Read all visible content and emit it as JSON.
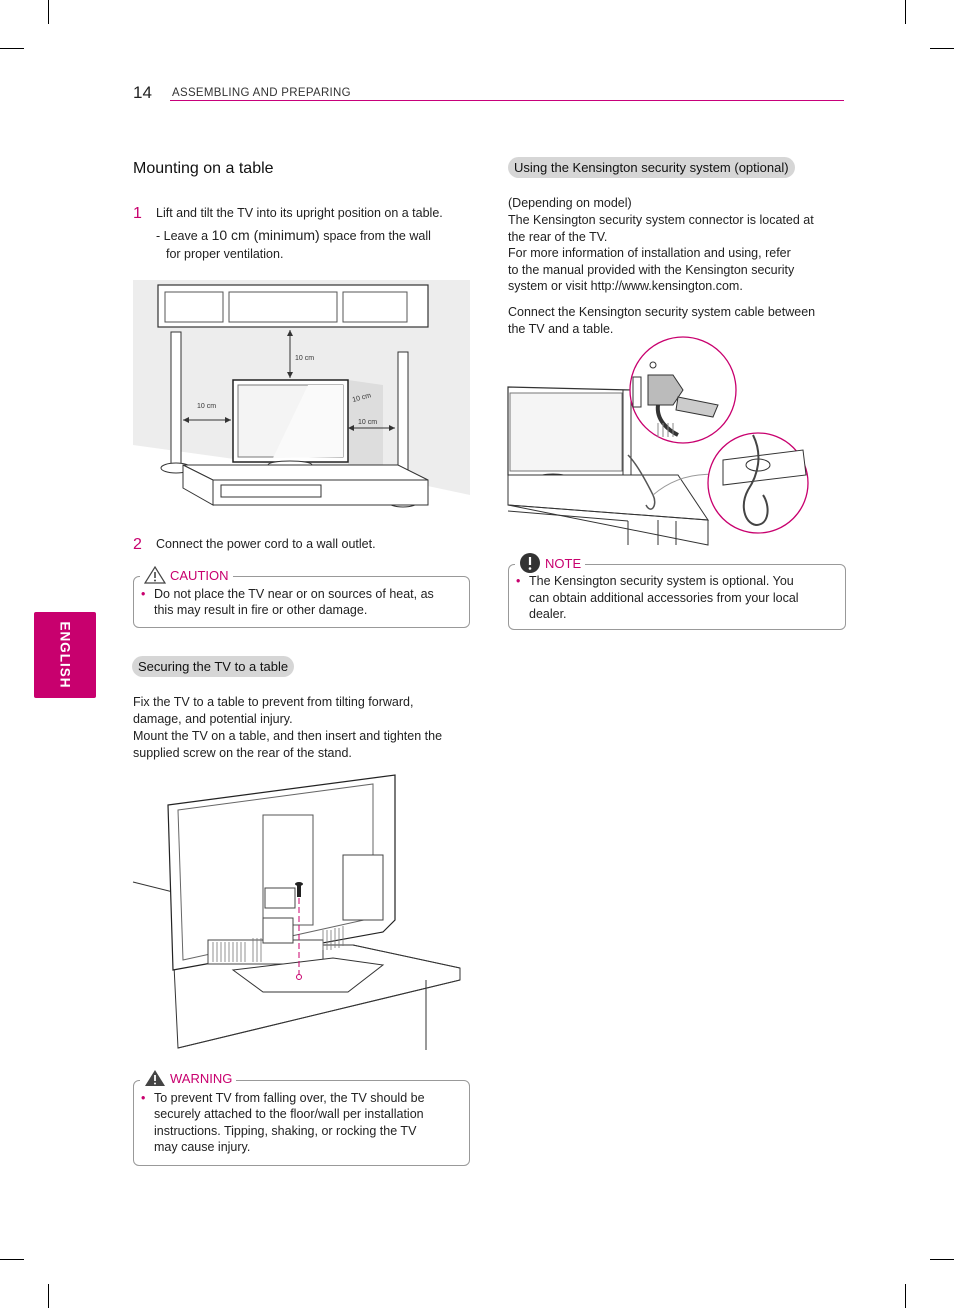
{
  "header": {
    "page_number": "14",
    "section": "ASSEMBLING AND PREPARING"
  },
  "side_tab": {
    "label": "ENGLISH"
  },
  "mounting": {
    "title": "Mounting on a table",
    "step1_num": "1",
    "step1_text": "Lift and tilt the TV into its upright position on a table.",
    "step1_sub_prefix": "- Leave a ",
    "step1_sub_highlight": "10 cm (minimum)",
    "step1_sub_suffix": " space from the wall",
    "step1_sub_line2": "for proper ventilation.",
    "diagram_labels": {
      "top": "10 cm",
      "left": "10 cm",
      "right_angled": "10 cm",
      "right": "10 cm"
    },
    "step2_num": "2",
    "step2_text": "Connect the power cord to a wall outlet."
  },
  "caution": {
    "label": "CAUTION",
    "text_line1": "Do not place the TV near or on sources of heat, as",
    "text_line2": "this may result in fire or other damage."
  },
  "securing": {
    "title": "Securing the TV to a table",
    "para_lines": [
      "Fix the TV to a table to prevent from tilting forward,",
      "damage, and potential injury.",
      "Mount the TV on a table, and then insert and tighten the",
      "supplied screw on the rear of the stand."
    ]
  },
  "warning": {
    "label": "WARNING",
    "lines": [
      "To prevent TV from falling over, the TV should be",
      "securely attached to the floor/wall per installation",
      "instructions. Tipping, shaking, or rocking the TV",
      "may cause injury."
    ]
  },
  "kensington": {
    "title": "Using the Kensington security system (optional)",
    "para1_lines": [
      "(Depending on model)",
      "The Kensington security system connector is located at",
      "the rear of the TV.",
      "For more information of installation and using, refer",
      "to the manual provided with the Kensington security",
      "system or visit http://www.kensington.com."
    ],
    "para2_lines": [
      "Connect the Kensington security system cable between",
      "the TV and a table."
    ]
  },
  "note": {
    "label": "NOTE",
    "lines": [
      "The Kensington security system is optional. You",
      "can obtain additional accessories from your local",
      "dealer."
    ]
  },
  "colors": {
    "accent": "#c8006e",
    "pill_bg": "#d6d6d6",
    "box_border": "#999999"
  }
}
